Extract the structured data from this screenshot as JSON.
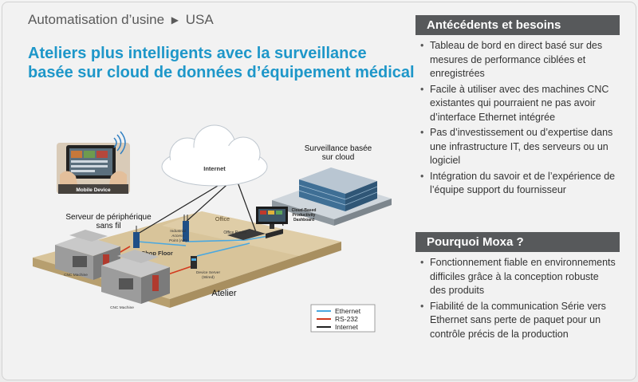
{
  "breadcrumb": {
    "category": "Automatisation d’usine",
    "arrow": "▶",
    "region": "USA"
  },
  "title": {
    "line1": "Ateliers plus intelligents avec la surveillance",
    "line2": "basée sur cloud de données d’équipement médical"
  },
  "diagram": {
    "labels": {
      "internet": "Internet",
      "cloud_monitoring_line1": "Surveillance basée",
      "cloud_monitoring_line2": "sur cloud",
      "mobile_device": "Mobile Device",
      "wireless_server_line1": "Serveur de périphérique",
      "wireless_server_line2": "sans fil",
      "office": "Office",
      "dashboard_line1": "Cloud-Based",
      "dashboard_line2": "Productivity",
      "dashboard_line3": "Dashboard",
      "office_router": "Office Router",
      "ap_line1": "Industrial",
      "ap_line2": "Access",
      "ap_line3": "Point (AP)",
      "shop_floor": "Shop Floor",
      "device_server_line1": "Device Server",
      "device_server_line2": "(Wired)",
      "cnc_machine_1": "CNC Machine",
      "cnc_machine_2": "CNC Machine",
      "atelier": "Atelier"
    },
    "legend": [
      {
        "label": "Ethernet",
        "color": "#4aa8e0"
      },
      {
        "label": "RS-232",
        "color": "#d23a1e"
      },
      {
        "label": "Internet",
        "color": "#222222"
      }
    ]
  },
  "sections": {
    "background": {
      "heading": "Antécédents et besoins",
      "items": [
        [
          "Tableau de bord en direct basé sur des",
          "mesures de performance ciblées et",
          "enregistrées"
        ],
        [
          "Facile à utiliser avec des machines CNC",
          "existantes qui pourraient ne pas avoir",
          "d’interface Ethernet intégrée"
        ],
        [
          "Pas d’investissement ou d’expertise dans",
          "une infrastructure IT, des serveurs ou un",
          "logiciel"
        ],
        [
          "Intégration du savoir et de l’expérience de",
          "l’équipe  support du fournisseur"
        ]
      ]
    },
    "why_moxa": {
      "heading": "Pourquoi Moxa ?",
      "items": [
        [
          "Fonctionnement fiable en environnements",
          "difficiles grâce à la conception robuste",
          "des produits"
        ],
        [
          "Fiabilité de la communication Série vers",
          "Ethernet sans perte de paquet pour un",
          "contrôle précis de la production"
        ]
      ]
    }
  }
}
